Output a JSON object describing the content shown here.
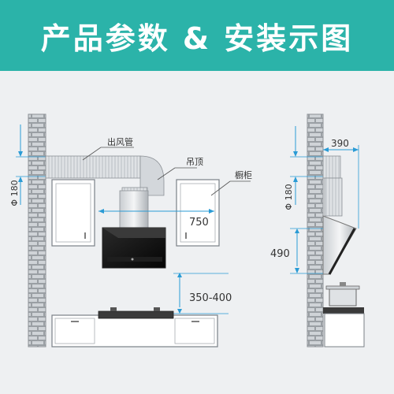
{
  "header": {
    "title": "产品参数 & 安装示图"
  },
  "labels": {
    "duct": "出风管",
    "ceiling": "吊顶",
    "cabinet": "橱柜",
    "dim_750": "750",
    "dim_350_400": "350-400",
    "dim_phi180_left": "Φ 180",
    "dim_390": "390",
    "dim_phi180_right": "Φ 180",
    "dim_490": "490"
  },
  "colors": {
    "header_bg": "#2bb3a9",
    "dimension_line": "#2a9bd5",
    "brick": "#cfd3d7",
    "panel": "#111111"
  }
}
